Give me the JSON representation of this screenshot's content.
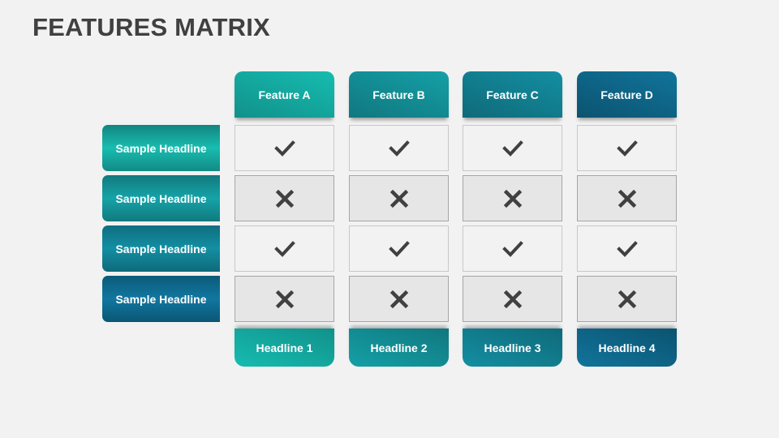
{
  "title": "FEATURES MATRIX",
  "features": [
    {
      "label": "Feature A",
      "color_start": "#14b3a8",
      "color_end": "#138a85"
    },
    {
      "label": "Feature B",
      "color_start": "#139aa0",
      "color_end": "#127a82"
    },
    {
      "label": "Feature C",
      "color_start": "#128a9e",
      "color_end": "#0f6b7c"
    },
    {
      "label": "Feature D",
      "color_start": "#0f6f96",
      "color_end": "#0b5573"
    }
  ],
  "rows": [
    {
      "label": "Sample Headline",
      "values": [
        "check",
        "check",
        "check",
        "check"
      ],
      "color": "#14ada4"
    },
    {
      "label": "Sample Headline",
      "values": [
        "cross",
        "cross",
        "cross",
        "cross"
      ],
      "color": "#12999e"
    },
    {
      "label": "Sample Headline",
      "values": [
        "check",
        "check",
        "check",
        "check"
      ],
      "color": "#11879e"
    },
    {
      "label": "Sample Headline",
      "values": [
        "cross",
        "cross",
        "cross",
        "cross"
      ],
      "color": "#0f7397"
    }
  ],
  "footers": [
    {
      "label": "Headline 1"
    },
    {
      "label": "Headline 2"
    },
    {
      "label": "Headline 3"
    },
    {
      "label": "Headline 4"
    }
  ],
  "icon_color": "#404040"
}
